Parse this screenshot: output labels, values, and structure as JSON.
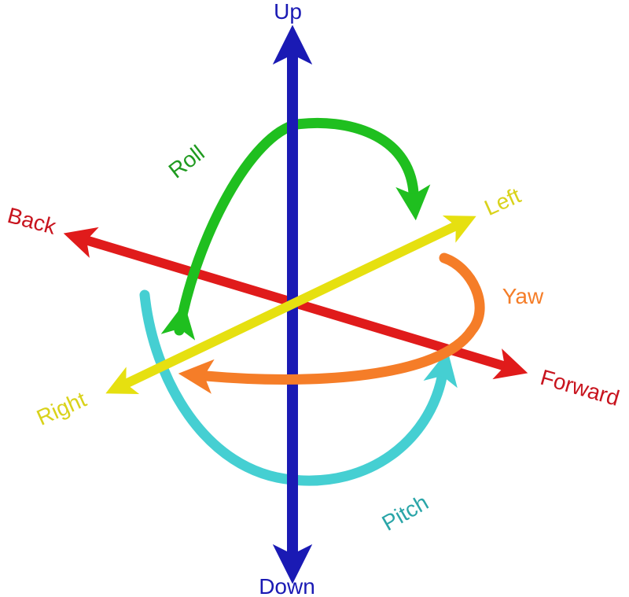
{
  "labels": {
    "up": "Up",
    "down": "Down",
    "back": "Back",
    "forward": "Forward",
    "left": "Left",
    "right": "Right",
    "roll": "Roll",
    "yaw": "Yaw",
    "pitch": "Pitch"
  },
  "colors": {
    "vertical_axis": "#1a1ab4",
    "back_forward_axis": "#e01b1b",
    "left_right_axis": "#e6e010",
    "roll": "#1fbf1f",
    "yaw": "#f57d28",
    "pitch": "#45cfd2",
    "label_up_down": "#1a1ab4",
    "label_back_forward": "#c8141e",
    "label_left_right": "#d9d21a",
    "label_roll": "#1f9a1f",
    "label_yaw": "#f57d28",
    "label_pitch": "#2aa5a8"
  }
}
